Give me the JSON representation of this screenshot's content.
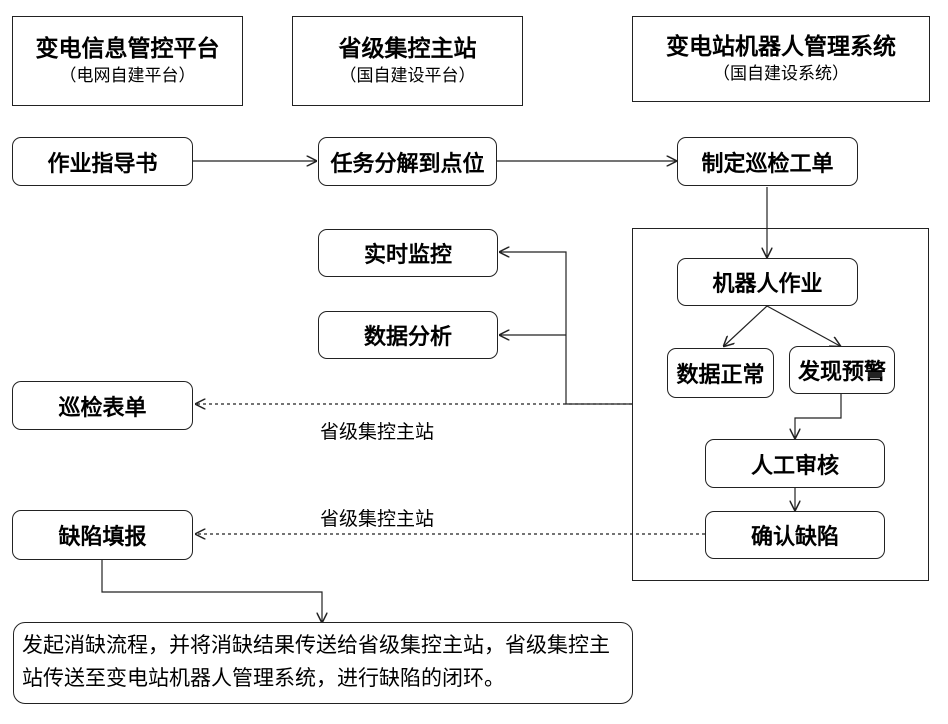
{
  "headers": [
    {
      "title": "变电信息管控平台",
      "subtitle": "（电网自建平台）"
    },
    {
      "title": "省级集控主站",
      "subtitle": "（国自建设平台）"
    },
    {
      "title": "变电站机器人管理系统",
      "subtitle": "（国自建设系统）"
    }
  ],
  "nodes": {
    "zuoye_zhidaoshu": "作业指导书",
    "renwu_fenjie": "任务分解到点位",
    "zhiding_gongdan": "制定巡检工单",
    "shishi_jiankong": "实时监控",
    "shuju_fenxi": "数据分析",
    "xunjian_biaodan": "巡检表单",
    "jiqiren_zuoye": "机器人作业",
    "shuju_zhengchang": "数据正常",
    "faxian_yujing": "发现预警",
    "rengong_shenhe": "人工审核",
    "queren_quexian": "确认缺陷",
    "quexian_tianbao": "缺陷填报"
  },
  "edge_labels": {
    "to_xunjian": "省级集控主站",
    "to_quexian": "省级集控主站"
  },
  "note": "发起消缺流程，并将消缺结果传送给省级集控主站，省级集控主站传送至变电站机器人管理系统，进行缺陷的闭环。"
}
